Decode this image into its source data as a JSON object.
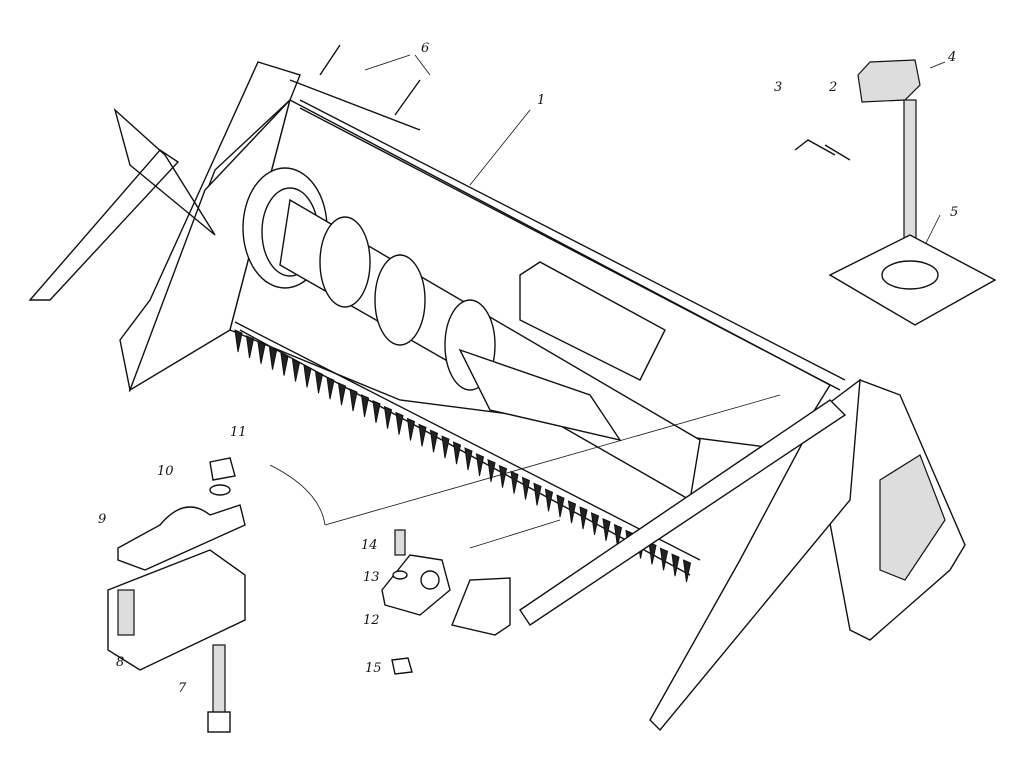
{
  "title": "Header assembly exploded view",
  "callouts": [
    "1",
    "2",
    "3",
    "4",
    "5",
    "6",
    "7",
    "8",
    "9",
    "10",
    "11",
    "12",
    "13",
    "14",
    "15"
  ]
}
